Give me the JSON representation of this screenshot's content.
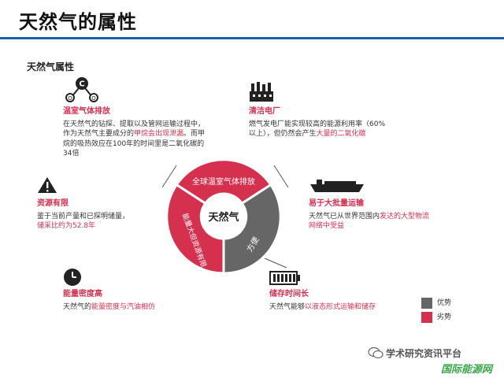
{
  "slide_title": "天然气的属性",
  "section_title": "天然气属性",
  "blocks": {
    "greenhouse": {
      "heading": "温室气体排放",
      "text1": "在天然气的钻探、提取以及管网运输过程中，",
      "text2a": "作为天然气主要成分的",
      "text2b": "甲烷会出现泄漏",
      "text2c": "。而甲",
      "text3": "烷的吸热效应在100年的时间里是二氧化碳的",
      "text4": "34倍"
    },
    "clean_power": {
      "heading": "清洁电厂",
      "text1": "燃气发电厂能实现较高的能源利用率（60%",
      "text2a": "以上），但仍然会产生",
      "text2b": "大量的二氧化碳"
    },
    "limited": {
      "heading": "资源有限",
      "text1": "鉴于当前产量和已探明储量，",
      "text2": "储采比约为52.8年"
    },
    "transport": {
      "heading": "易于大批量运输",
      "text1a": "天然气已从世界范围内",
      "text1b": "发达的大型物流",
      "text2": "网络中受益"
    },
    "density": {
      "heading": "能量密度高",
      "text1a": "天然气的",
      "text1b": "能量密度与汽油相仿"
    },
    "storage": {
      "heading": "储存时间长",
      "text1a": "天然气能够",
      "text1b": "以液态形式运输和储存"
    }
  },
  "diagram": {
    "center": "天然气",
    "seg_top": "全球温室气体排放",
    "seg_left": "能量大但资源有限",
    "seg_right": "方便"
  },
  "legend": {
    "advantage": "优势",
    "disadvantage": "劣势"
  },
  "watermark": {
    "wechat": "学术研究资讯平台",
    "brand": "国际能源网"
  },
  "colors": {
    "red": "#d6304f",
    "gray": "#666666",
    "accent_blue": "#1f5fa8"
  }
}
